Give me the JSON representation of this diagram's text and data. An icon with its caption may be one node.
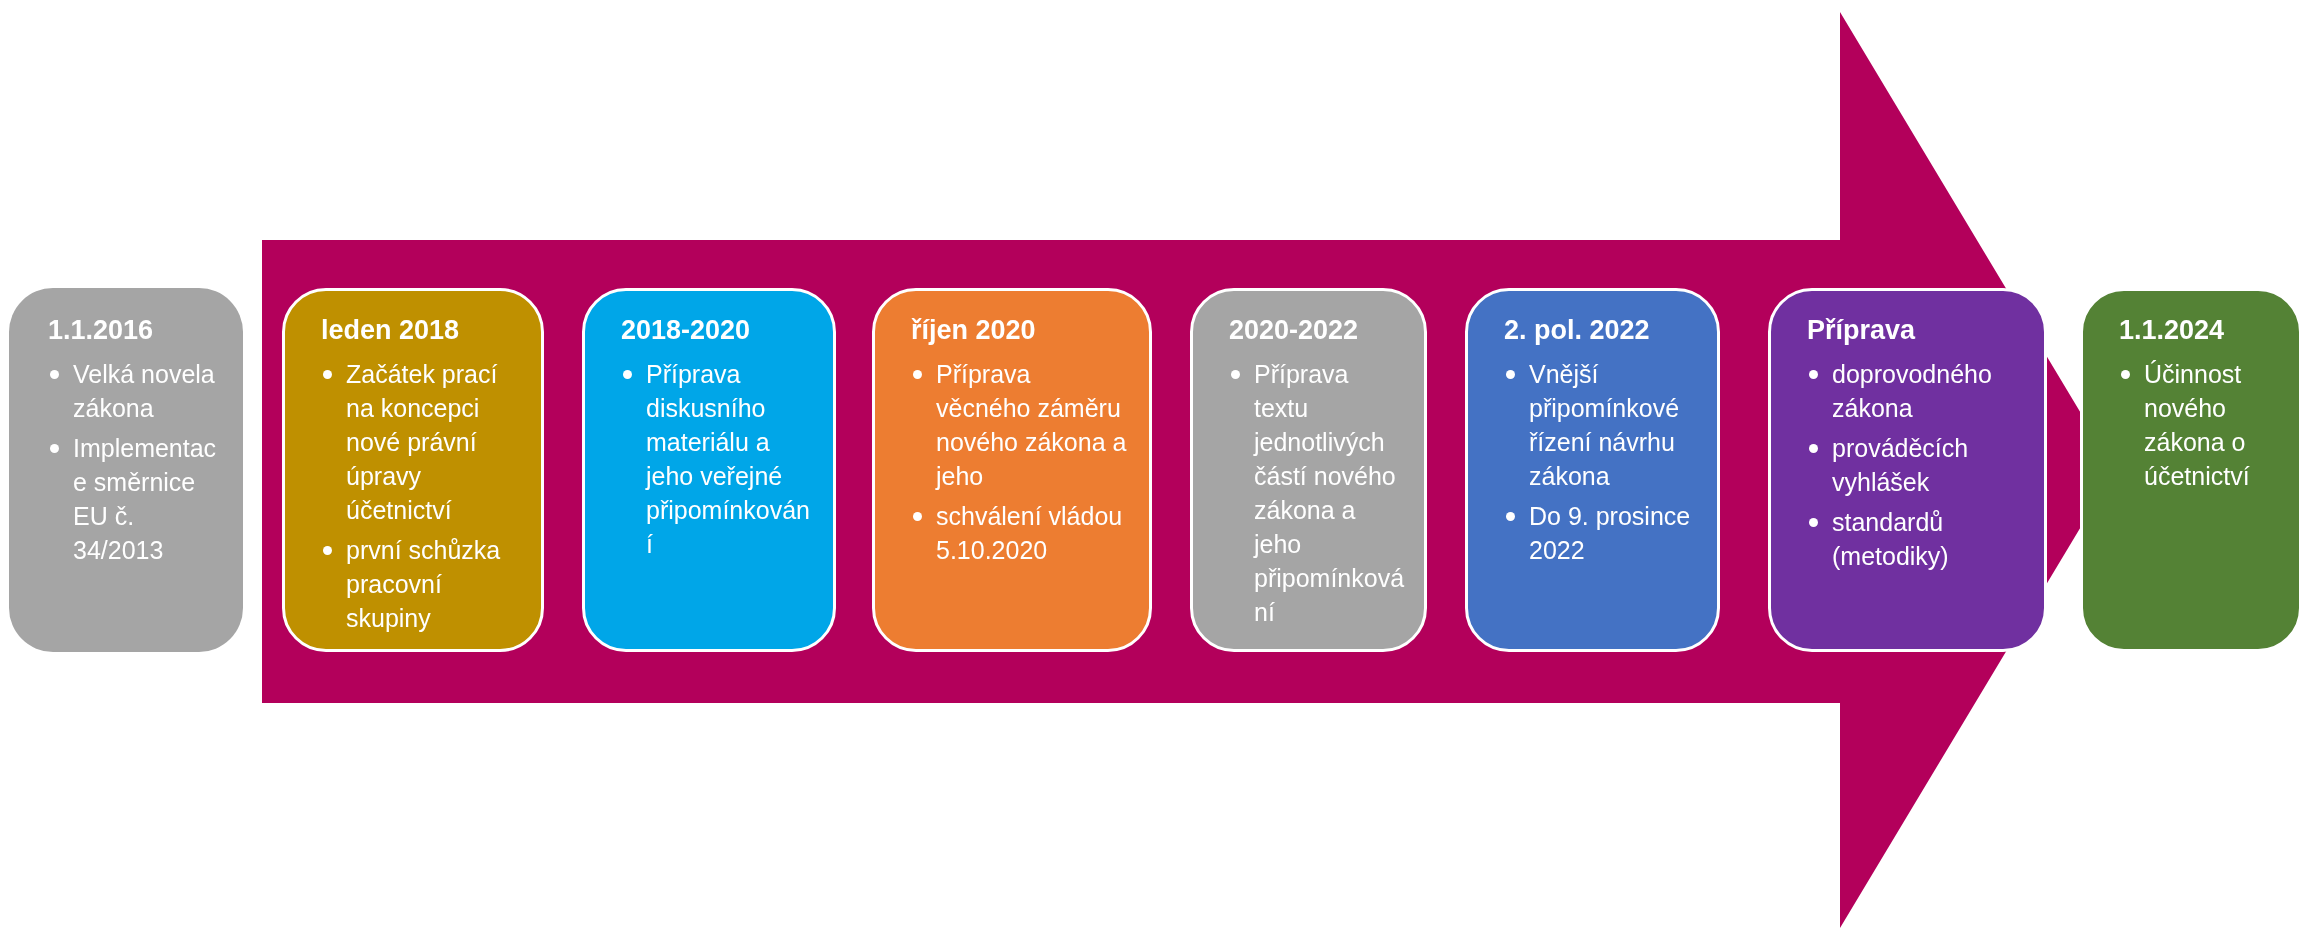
{
  "diagram": {
    "nodes": [
      {
        "text": [
          "1.1.2016",
          "Velká novela zákona",
          "Implementace směrnice EU č. 34/2013"
        ]
      },
      {
        "text": [
          "leden 2018",
          "Začátek prací na koncepci nové právní úpravy účetnictví",
          "první schůzka pracovní skupiny"
        ]
      },
      {
        "text": [
          "2018-2020",
          "Příprava diskusního materiálu a jeho veřejné připomínkování"
        ]
      },
      {
        "text": [
          "říjen 2020",
          "Příprava věcného záměru nového zákona a jeho",
          "schválení vládou 5.10.2020"
        ]
      },
      {
        "text": [
          "2020-2022",
          "Příprava textu jednotlivých částí nového zákona a jeho připomínkování"
        ]
      },
      {
        "text": [
          "2. pol. 2022",
          "Vnější připomínkové řízení návrhu zákona",
          "Do 9. prosince 2022"
        ]
      },
      {
        "text": [
          "Příprava",
          "doprovodného zákona",
          "prováděcích vyhlášek",
          "standardů (metodiky)"
        ]
      },
      {
        "text": [
          "1.1.2024",
          "Účinnost nového zákona o účetnictví"
        ]
      }
    ]
  }
}
